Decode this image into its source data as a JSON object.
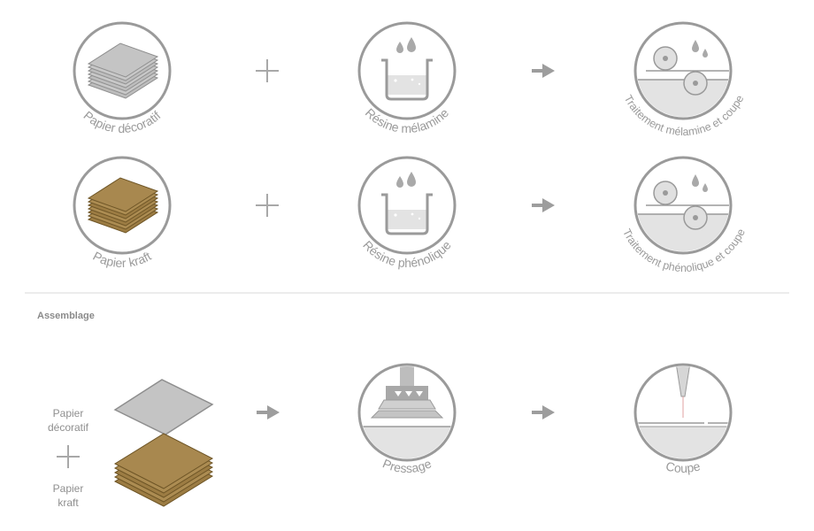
{
  "row1": {
    "paper_label": "Papier décoratif",
    "resin_label": "Résine mélamine",
    "treatment_label": "Traitement mélamine et coupe"
  },
  "row2": {
    "paper_label": "Papier kraft",
    "resin_label": "Résine phénolique",
    "treatment_label": "Traitement phénolique et coupe"
  },
  "assembly": {
    "section_title": "Assemblage",
    "decor_label_line1": "Papier",
    "decor_label_line2": "décoratif",
    "kraft_label_line1": "Papier",
    "kraft_label_line2": "kraft",
    "pressing_label": "Pressage",
    "cutting_label": "Coupe"
  },
  "colors": {
    "decor_paper": "#c4c4c4",
    "kraft_paper": "#a8884f",
    "outline": "#9a9a9a",
    "arrow": "#9d9d9d"
  }
}
